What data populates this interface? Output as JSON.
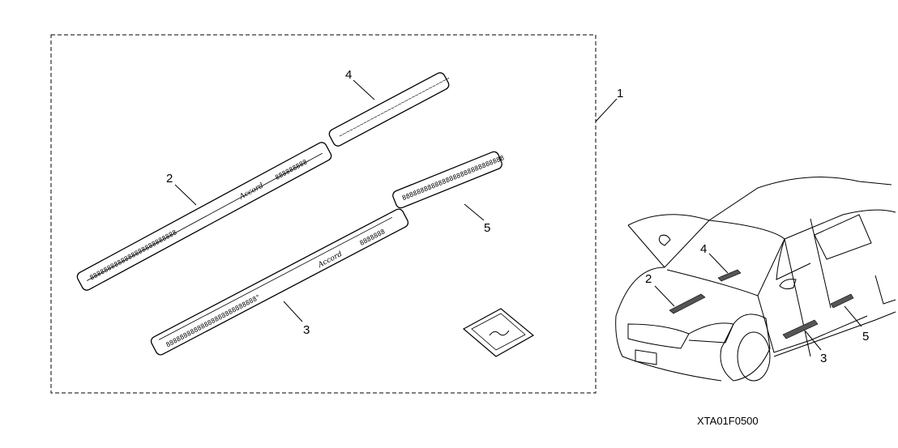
{
  "diagram": {
    "callouts": {
      "kit": "1",
      "front_left_plate": "2",
      "front_right_plate": "3",
      "rear_left_plate": "4",
      "rear_right_plate": "5"
    },
    "car_callouts": {
      "front_left": "2",
      "rear_left": "4",
      "front_right": "3",
      "rear_right": "5"
    },
    "plate_markings": {
      "plate2_dots": "8888888888888888888888888",
      "plate2_logo": "Accord",
      "plate2_dots_end": "888888888",
      "plate3_dots": "88888888888888888888888888°",
      "plate3_logo": "Accord",
      "plate3_dots_end": "8888888",
      "plate4_dots": "~~~~~~~~~~~~~~~~~~~~~~~~~~~~~~~~",
      "plate5_dots": "8888888888888888888888888888"
    },
    "figure_code": "XTA01F0500"
  }
}
